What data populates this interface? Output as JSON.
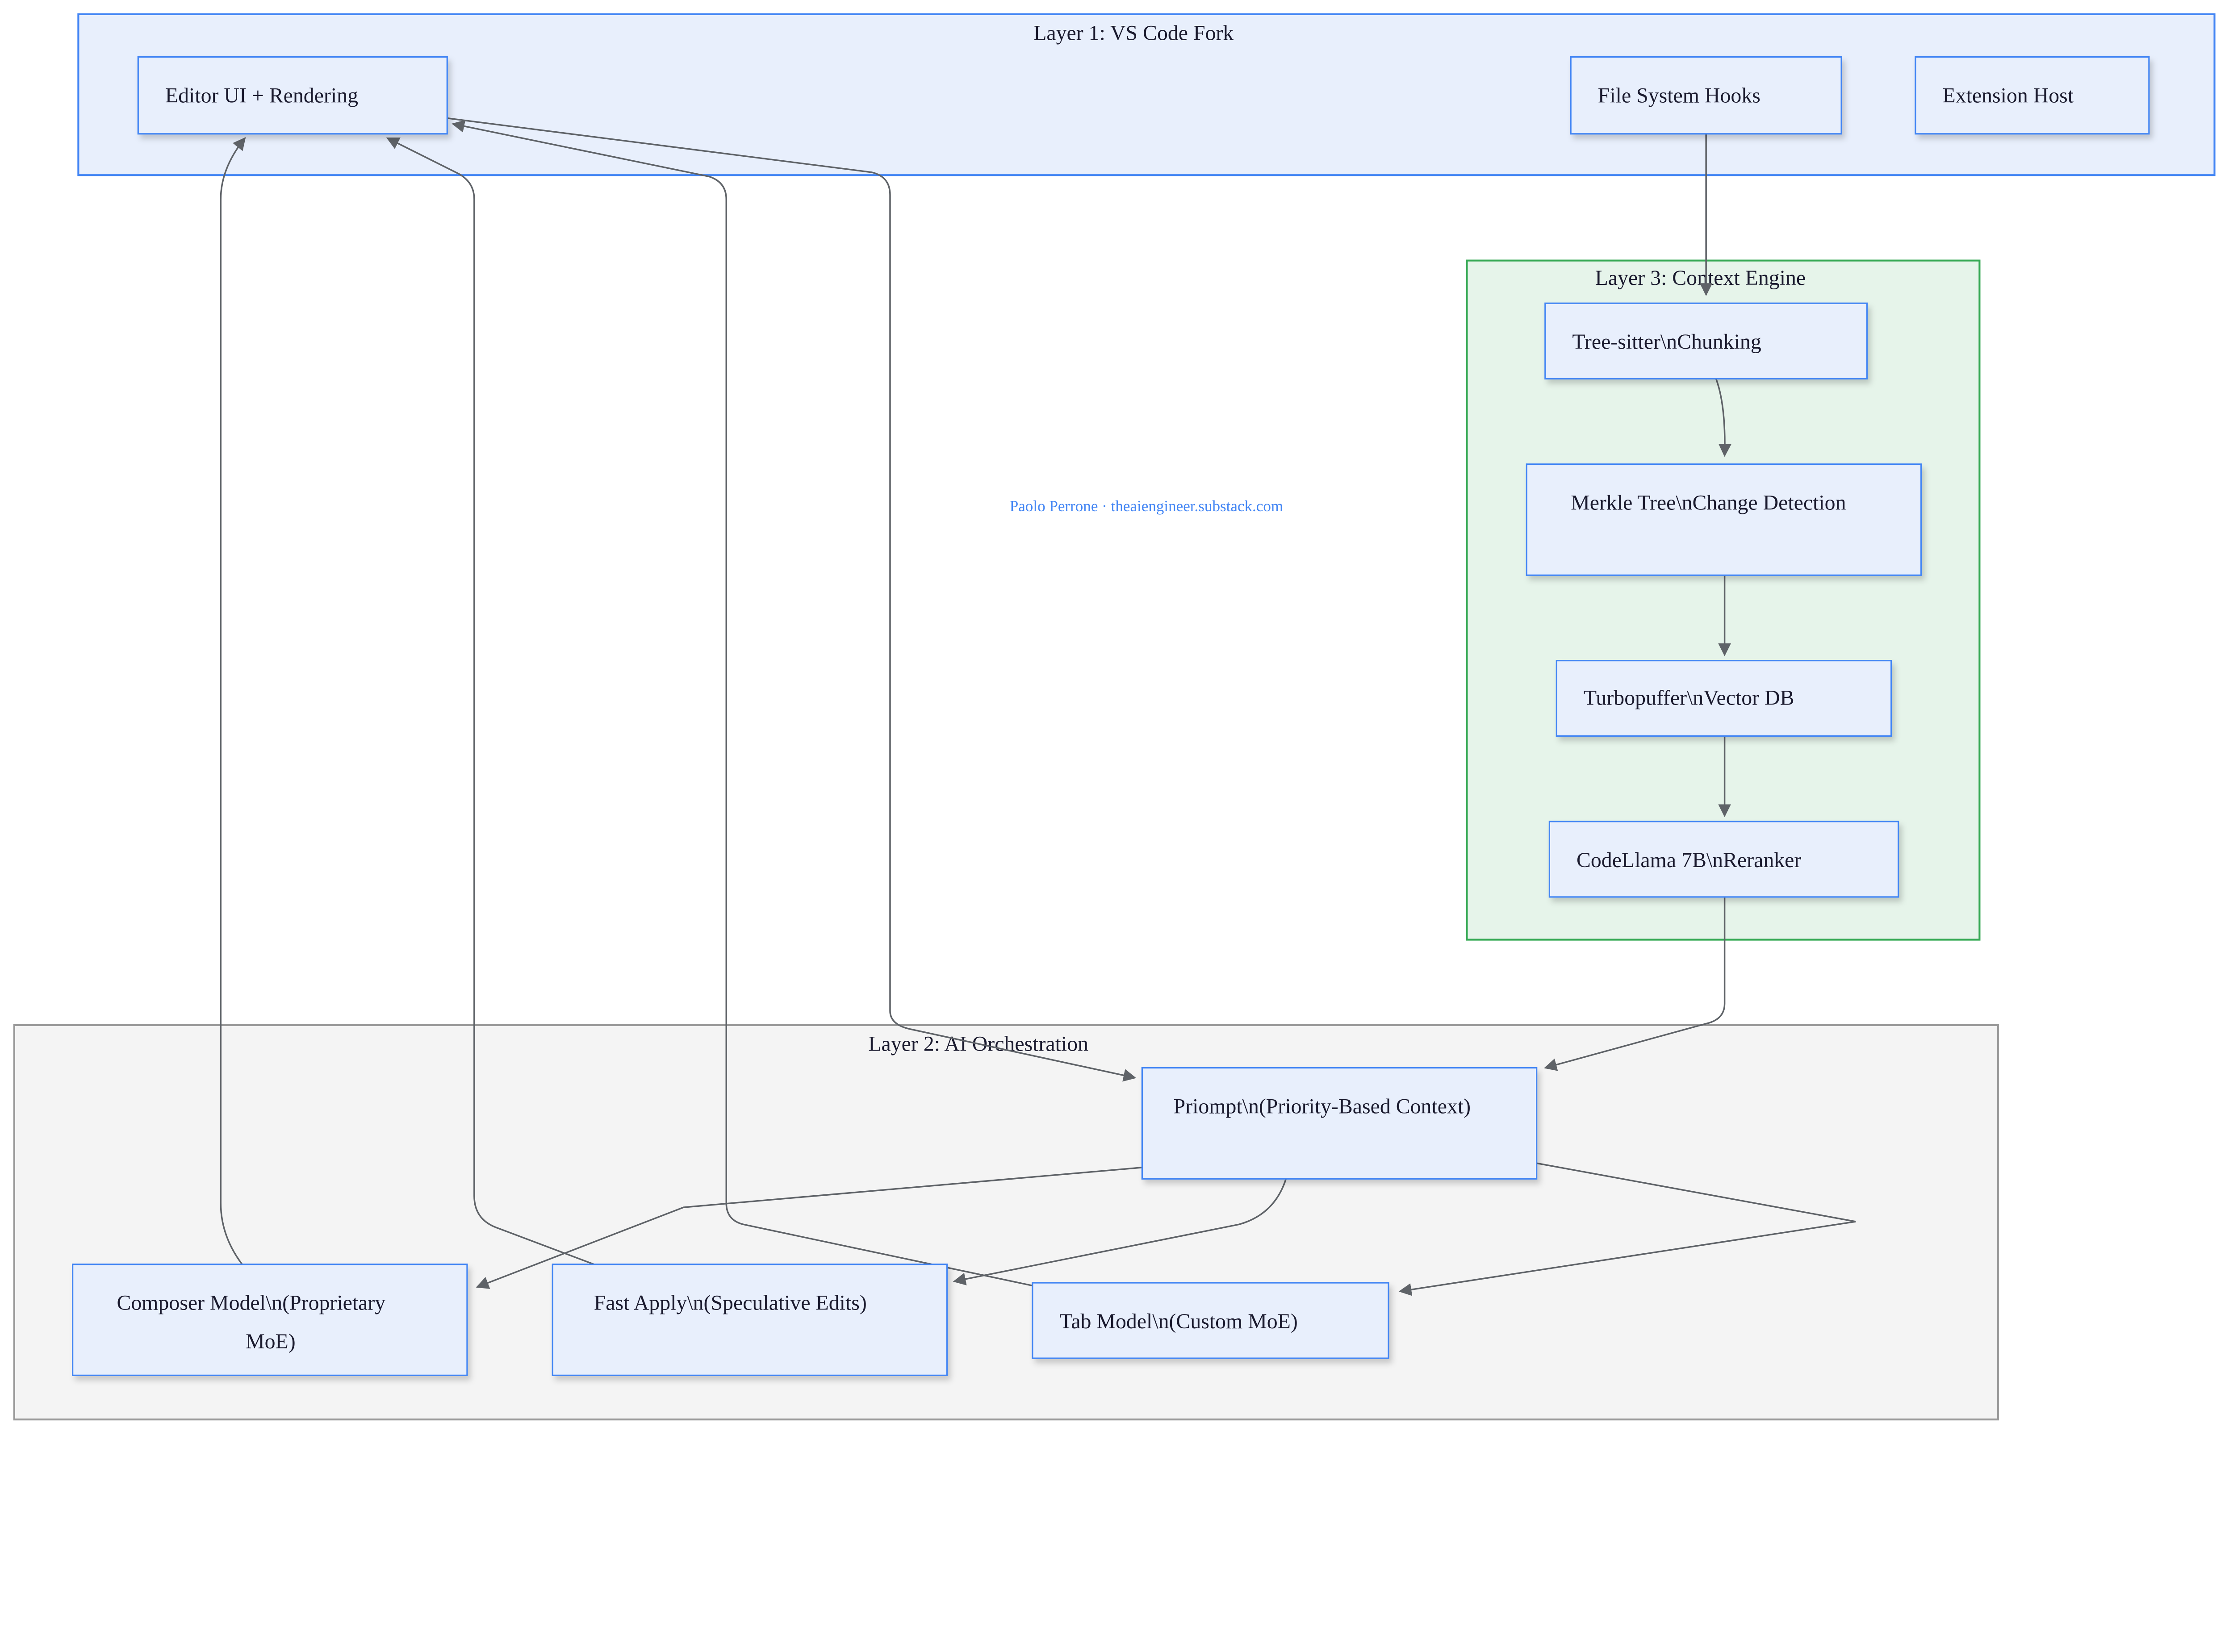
{
  "groups": {
    "layer1": {
      "title": "Layer 1: VS Code Fork",
      "fill": "#e8effc",
      "stroke": "#4285f4"
    },
    "layer2": {
      "title": "Layer 2: AI Orchestration",
      "fill": "#f4f4f4",
      "stroke": "#999999"
    },
    "layer3": {
      "title": "Layer 3: Context Engine",
      "fill": "#e6f4ea",
      "stroke": "#34a853"
    }
  },
  "nodes": {
    "editor": "Editor UI + Rendering",
    "fs_hooks": "File System Hooks",
    "ext_host": "Extension Host",
    "treesitter": "Tree-sitter\\nChunking",
    "merkle": "Merkle Tree\\nChange Detection",
    "turbopuffer": "Turbopuffer\\nVector DB",
    "codellama": "CodeLlama 7B\\nReranker",
    "priompt": "Priompt\\n(Priority-Based Context)",
    "composer_line1": "Composer Model\\n(Proprietary",
    "composer_line2": "MoE)",
    "fast_apply": "Fast Apply\\n(Speculative Edits)",
    "tab_model": "Tab Model\\n(Custom MoE)"
  },
  "edges": [
    {
      "from": "fs_hooks",
      "to": "treesitter"
    },
    {
      "from": "treesitter",
      "to": "merkle"
    },
    {
      "from": "merkle",
      "to": "turbopuffer"
    },
    {
      "from": "turbopuffer",
      "to": "codellama"
    },
    {
      "from": "codellama",
      "to": "priompt"
    },
    {
      "from": "editor",
      "to": "priompt"
    },
    {
      "from": "priompt",
      "to": "composer"
    },
    {
      "from": "priompt",
      "to": "fast_apply"
    },
    {
      "from": "priompt",
      "to": "tab_model"
    },
    {
      "from": "composer",
      "to": "editor"
    },
    {
      "from": "fast_apply",
      "to": "editor"
    },
    {
      "from": "tab_model",
      "to": "editor"
    }
  ],
  "watermark": "Paolo Perrone · theaiengineer.substack.com",
  "colors": {
    "node_fill": "#e8effc",
    "node_stroke": "#4285f4",
    "edge": "#5f6368"
  }
}
